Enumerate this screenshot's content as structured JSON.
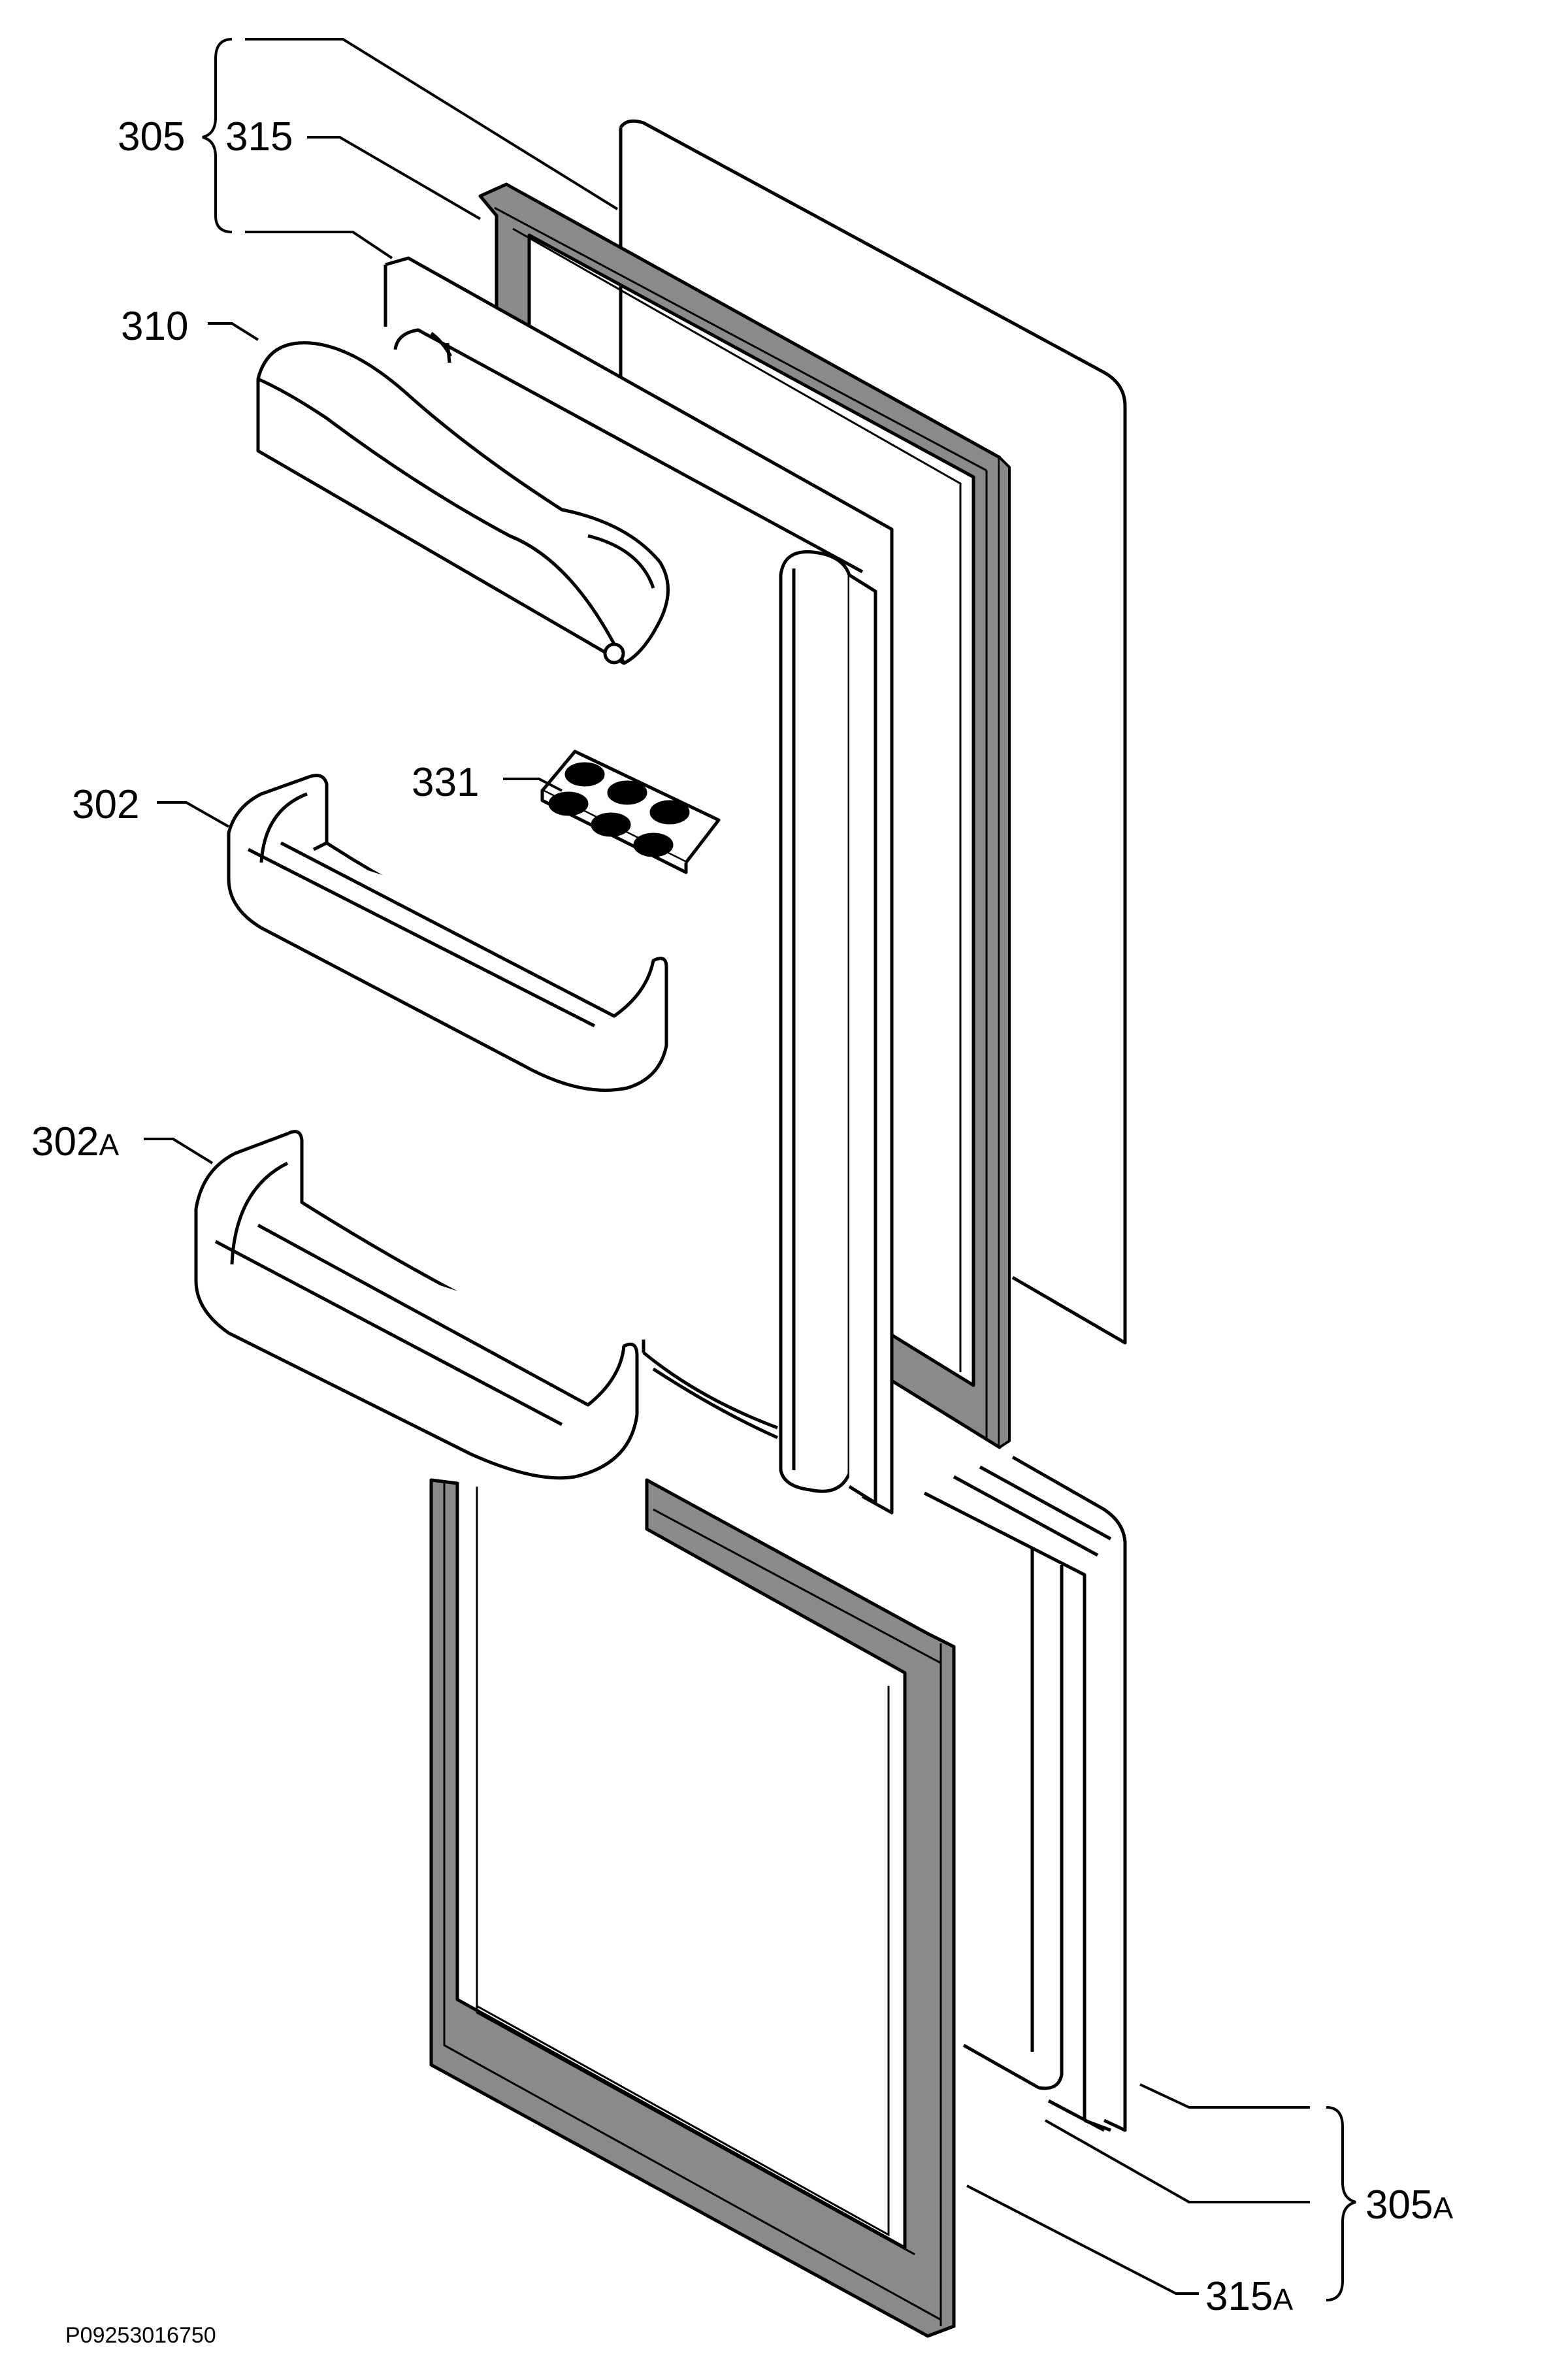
{
  "labels": {
    "door_assembly_upper": "305",
    "gasket_upper": "315",
    "dairy_cover": "310",
    "egg_tray": "331",
    "door_shelf": "302",
    "door_shelf_lower": "302",
    "door_shelf_lower_suffix": "A",
    "door_assembly_lower": "305",
    "door_assembly_lower_suffix": "A",
    "gasket_lower": "315",
    "gasket_lower_suffix": "A"
  },
  "reference_code": "P09253016750",
  "colors": {
    "line": "#000000",
    "gasket_fill": "#8a8a8a",
    "background": "#ffffff"
  }
}
